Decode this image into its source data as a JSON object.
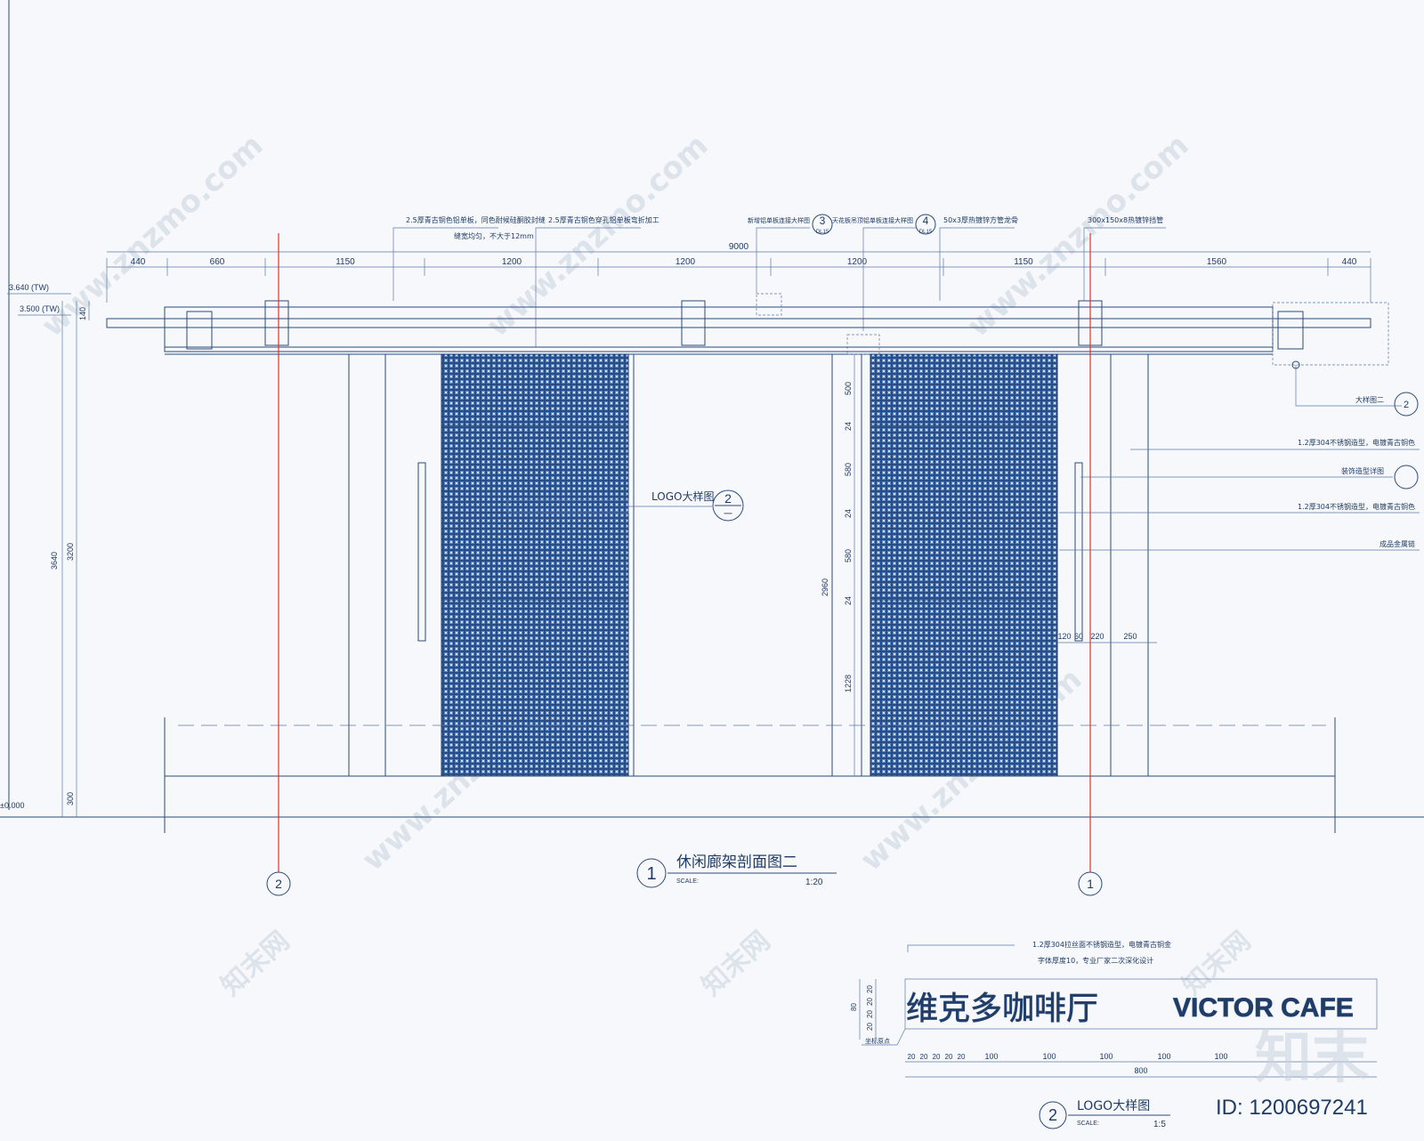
{
  "title_block_main": {
    "number": "1",
    "title": "休闲廊架剖面图二",
    "scale_label": "SCALE:",
    "scale_value": "1:20"
  },
  "title_block_logo": {
    "number": "2",
    "title": "LOGO大样图",
    "scale_label": "SCALE:",
    "scale_value": "1:5"
  },
  "top_dimensions": [
    "440",
    "660",
    "1150",
    "1200",
    "1200",
    "1200",
    "1150",
    "1560",
    "440"
  ],
  "total_dimension": "9000",
  "top_callouts": [
    "2.5厚青古铜色铝单板，同色耐候硅酮胶封缝",
    "缝宽均匀，不大于12mm",
    "2.5厚青古铜色穿孔铝单板弯折加工",
    "新增铝单板连接大样图",
    "天花板吊顶铝单板连接大样图",
    "50x3厚热镀锌方管龙骨",
    "300x150x8热镀锌挡管"
  ],
  "detail_refs": {
    "ref3": "3",
    "ref4": "4",
    "ref_sheet": "DL15"
  },
  "levels": [
    "3.640 (TW)",
    "3.500 (TW)",
    "±0.000"
  ],
  "left_dims": [
    "3640",
    "3200",
    "300",
    "140"
  ],
  "inner_vertical_dims": [
    "500",
    "24",
    "580",
    "24",
    "580",
    "24",
    "2960",
    "1228"
  ],
  "side_dims": [
    "120",
    "60",
    "220",
    "250"
  ],
  "right_callouts": [
    "大样图二",
    "1.2厚304不锈钢造型，电镀青古铜色",
    "装饰造型详图",
    "1.2厚304不锈钢造型，电镀青古铜色",
    "成品金属链"
  ],
  "logo_callout": "LOGO大样图",
  "logo_ref_number": "2",
  "logo_ref_sub": "一",
  "grid_markers": [
    "2",
    "1"
  ],
  "logo_detail": {
    "note1": "1.2厚304拉丝面不锈钢造型，电镀青古铜金",
    "note2": "字体厚度10，专业厂家二次深化设计",
    "text_cn": "维克多咖啡厅",
    "text_en": "VICTOR CAFE",
    "left_dims": [
      "20",
      "20",
      "20",
      "20",
      "80"
    ],
    "base_label": "坐标原点",
    "bottom_dims": [
      "20",
      "20",
      "20",
      "20",
      "20",
      "100",
      "100",
      "100",
      "100",
      "100"
    ],
    "total": "800"
  },
  "watermarks": [
    "www.znzmo.com",
    "知末网"
  ],
  "brand_mark": "知末",
  "id_label": "ID: 1200697241"
}
